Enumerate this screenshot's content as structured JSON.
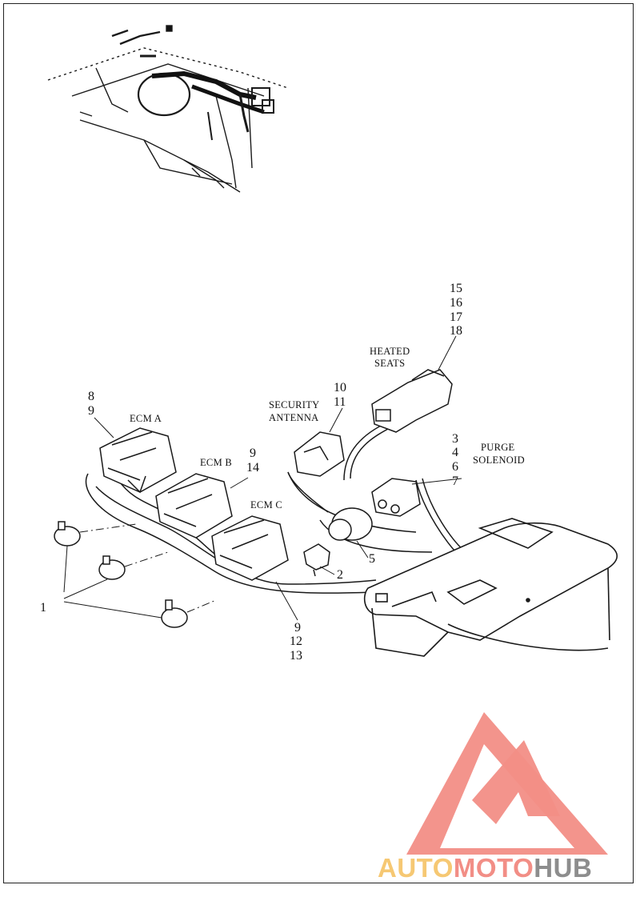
{
  "callouts": {
    "c15": "15",
    "c16": "16",
    "c17": "17",
    "c18": "18",
    "c10": "10",
    "c11": "11",
    "c8": "8",
    "c9a": "9",
    "c9b": "9",
    "c14": "14",
    "c3": "3",
    "c4": "4",
    "c6": "6",
    "c7": "7",
    "c5": "5",
    "c2": "2",
    "c1": "1",
    "c9c": "9",
    "c12": "12",
    "c13": "13"
  },
  "captions": {
    "heated_1": "HEATED",
    "heated_2": "SEATS",
    "security_1": "SECURITY",
    "security_2": "ANTENNA",
    "ecm_a": "ECM A",
    "ecm_b": "ECM B",
    "ecm_c": "ECM C",
    "purge_1": "PURGE",
    "purge_2": "SOLENOID"
  },
  "watermark": {
    "part1": "AUTO",
    "part2": "MOTO",
    "part3": "HUB",
    "color1": "#f6c873",
    "color2": "#f28e86",
    "color3": "#8d8d8d",
    "logo_color": "#f28e86"
  },
  "colors": {
    "line": "#1a1a1a",
    "background": "#ffffff"
  }
}
